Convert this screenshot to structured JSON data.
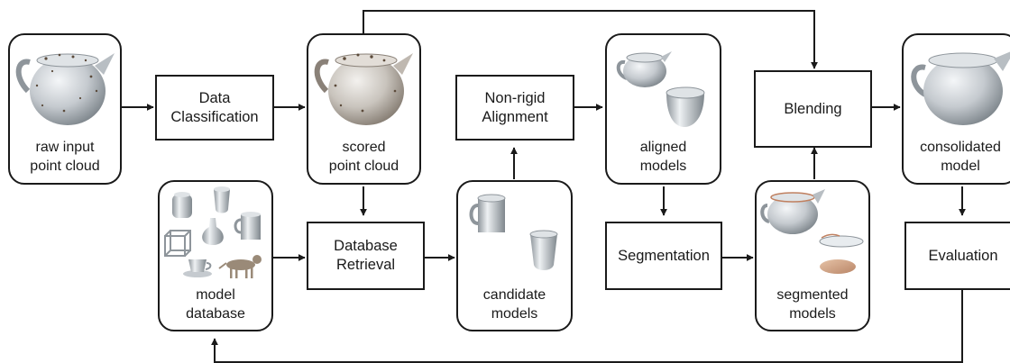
{
  "nodes": {
    "raw_input": {
      "line1": "raw input",
      "line2": "point cloud"
    },
    "data_classification": {
      "line1": "Data",
      "line2": "Classification"
    },
    "scored_cloud": {
      "line1": "scored",
      "line2": "point cloud"
    },
    "model_database": {
      "line1": "model",
      "line2": "database"
    },
    "database_retrieval": {
      "line1": "Database",
      "line2": "Retrieval"
    },
    "candidate_models": {
      "line1": "candidate",
      "line2": "models"
    },
    "nonrigid_alignment": {
      "line1": "Non-rigid",
      "line2": "Alignment"
    },
    "aligned_models": {
      "line1": "aligned",
      "line2": "models"
    },
    "segmentation": {
      "label": "Segmentation"
    },
    "segmented_models": {
      "line1": "segmented",
      "line2": "models"
    },
    "blending": {
      "label": "Blending"
    },
    "consolidated_model": {
      "line1": "consolidated",
      "line2": "model"
    },
    "evaluation": {
      "label": "Evaluation"
    }
  },
  "colors": {
    "stroke": "#1a1a1a",
    "object_light": "#e8ecef",
    "object_dark": "#8e959b",
    "noise": "#5b4a3a",
    "plate": "#d4a889"
  }
}
